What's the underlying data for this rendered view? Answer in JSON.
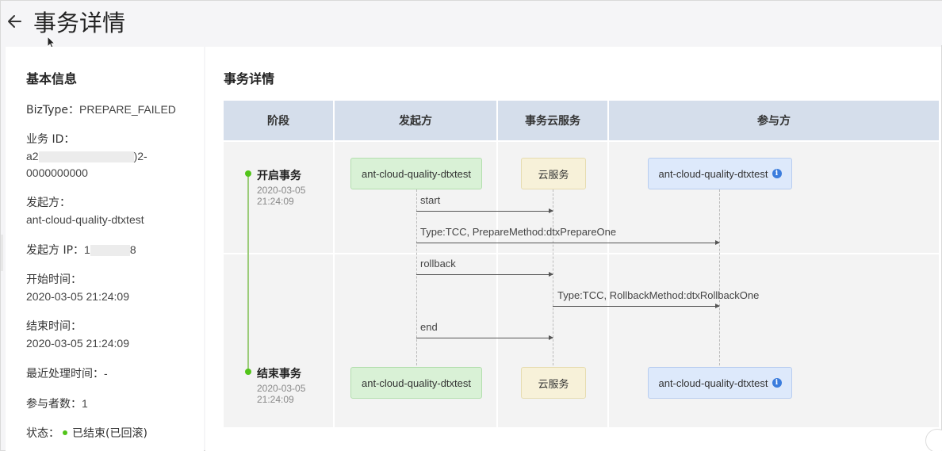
{
  "header": {
    "title": "事务详情"
  },
  "basic": {
    "section_title": "基本信息",
    "biztype_label": "BizType：",
    "biztype_value": "PREPARE_FAILED",
    "bizid_label": "业务 ID：",
    "bizid_prefix": "a2",
    "bizid_suffix": ")2-",
    "bizid_line2": "0000000000",
    "initiator_label": "发起方：",
    "initiator_value": "ant-cloud-quality-dtxtest",
    "ip_label": "发起方 IP：",
    "ip_prefix": "1",
    "ip_suffix": "8",
    "start_label": "开始时间：",
    "start_value": "2020-03-05 21:24:09",
    "end_label": "结束时间：",
    "end_value": "2020-03-05 21:24:09",
    "last_label": "最近处理时间：",
    "last_value": "-",
    "participants_label": "参与者数：",
    "participants_value": "1",
    "status_label": "状态：",
    "status_value": "已结束(已回滚)"
  },
  "detail": {
    "section_title": "事务详情",
    "columns": [
      "阶段",
      "发起方",
      "事务云服务",
      "参与方"
    ],
    "stages": [
      {
        "name": "开启事务",
        "date": "2020-03-05",
        "time": "21:24:09"
      },
      {
        "name": "结束事务",
        "date": "2020-03-05",
        "time": "21:24:09"
      }
    ],
    "nodes": {
      "initiator": "ant-cloud-quality-dtxtest",
      "cloud": "云服务",
      "participant": "ant-cloud-quality-dtxtest",
      "info_glyph": "i"
    },
    "messages": [
      "start",
      "Type:TCC, PrepareMethod:dtxPrepareOne",
      "rollback",
      "Type:TCC, RollbackMethod:dtxRollbackOne",
      "end"
    ]
  },
  "colors": {
    "accent": "#3b7ddd",
    "status_ok": "#52c41a",
    "header_bg": "#d5deeb"
  }
}
